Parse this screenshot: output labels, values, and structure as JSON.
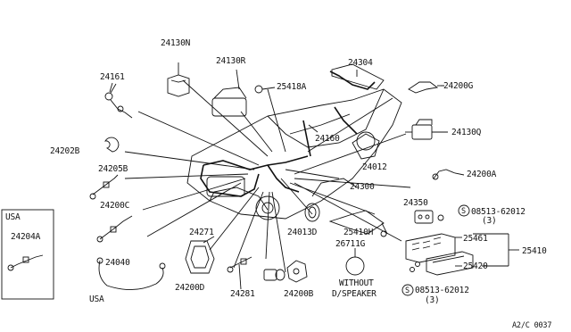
{
  "labels": {
    "p24130N": "24130N",
    "p24130R": "24130R",
    "p24304": "24304",
    "p24161": "24161",
    "p25418A": "25418A",
    "p24200G": "24200G",
    "p24202B": "24202B",
    "p24160": "24160",
    "p24130Q": "24130Q",
    "p24205B": "24205B",
    "p24012": "24012",
    "p24200A": "24200A",
    "p24300": "24300",
    "p24200C": "24200C",
    "usa_box": "USA",
    "p24204A": "24204A",
    "p24350": "24350",
    "screw1": "08513-62012",
    "qty1": "(3)",
    "p24271": "24271",
    "p24013D": "24013D",
    "p25410H": "25410H",
    "p26711G": "26711G",
    "p25461": "25461",
    "p25410": "25410",
    "p24040": "24040",
    "p25420": "25420",
    "without": "WITHOUT",
    "dspeaker": "D/SPEAKER",
    "p24200D": "24200D",
    "p24281": "24281",
    "p24200B": "24200B",
    "screw2": "08513-62012",
    "qty2": "(3)",
    "usa_bottom": "USA",
    "code": "A2/C 0037",
    "circle_s": "S"
  }
}
